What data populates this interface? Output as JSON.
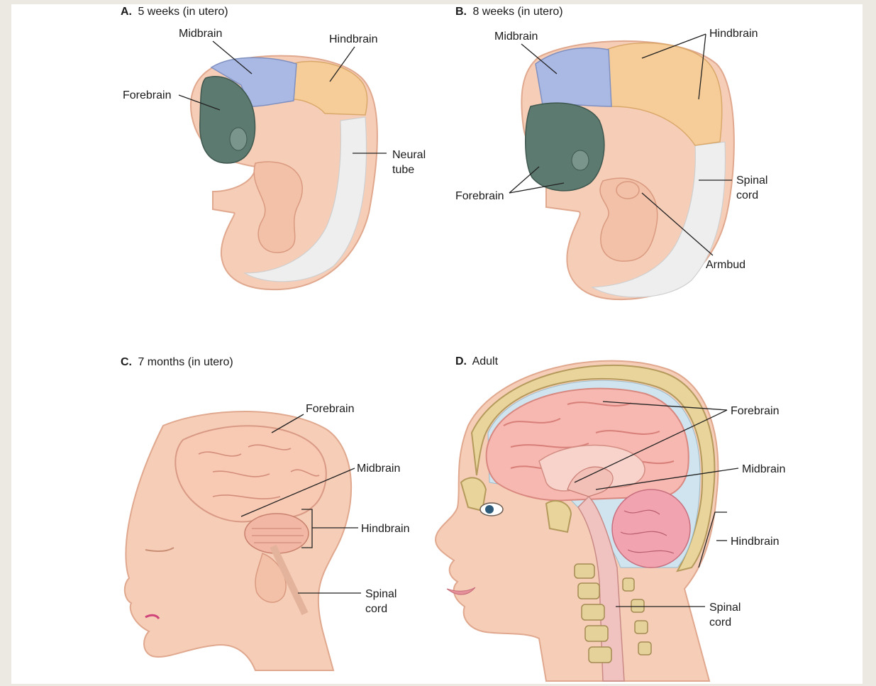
{
  "panels": {
    "a": {
      "letter": "A.",
      "caption": "5 weeks (in utero)",
      "labels": {
        "midbrain": "Midbrain",
        "hindbrain": "Hindbrain",
        "forebrain": "Forebrain",
        "neural_tube_line1": "Neural",
        "neural_tube_line2": "tube"
      }
    },
    "b": {
      "letter": "B.",
      "caption": "8 weeks (in utero)",
      "labels": {
        "midbrain": "Midbrain",
        "hindbrain": "Hindbrain",
        "forebrain": "Forebrain",
        "spinal_cord_line1": "Spinal",
        "spinal_cord_line2": "cord",
        "armbud": "Armbud"
      }
    },
    "c": {
      "letter": "C.",
      "caption": "7 months (in utero)",
      "labels": {
        "forebrain": "Forebrain",
        "midbrain": "Midbrain",
        "hindbrain": "Hindbrain",
        "spinal_cord_line1": "Spinal",
        "spinal_cord_line2": "cord"
      }
    },
    "d": {
      "letter": "D.",
      "caption": "Adult",
      "labels": {
        "forebrain": "Forebrain",
        "midbrain": "Midbrain",
        "hindbrain": "Hindbrain",
        "spinal_cord_line1": "Spinal",
        "spinal_cord_line2": "cord"
      }
    }
  },
  "colors": {
    "forebrain_embryo": "#5c7a70",
    "midbrain_embryo": "#a9b9e4",
    "hindbrain_embryo": "#f6cd98",
    "skin": "#f6cdb7",
    "brain": "#f6b8b0",
    "skull": "#e9d59b"
  }
}
